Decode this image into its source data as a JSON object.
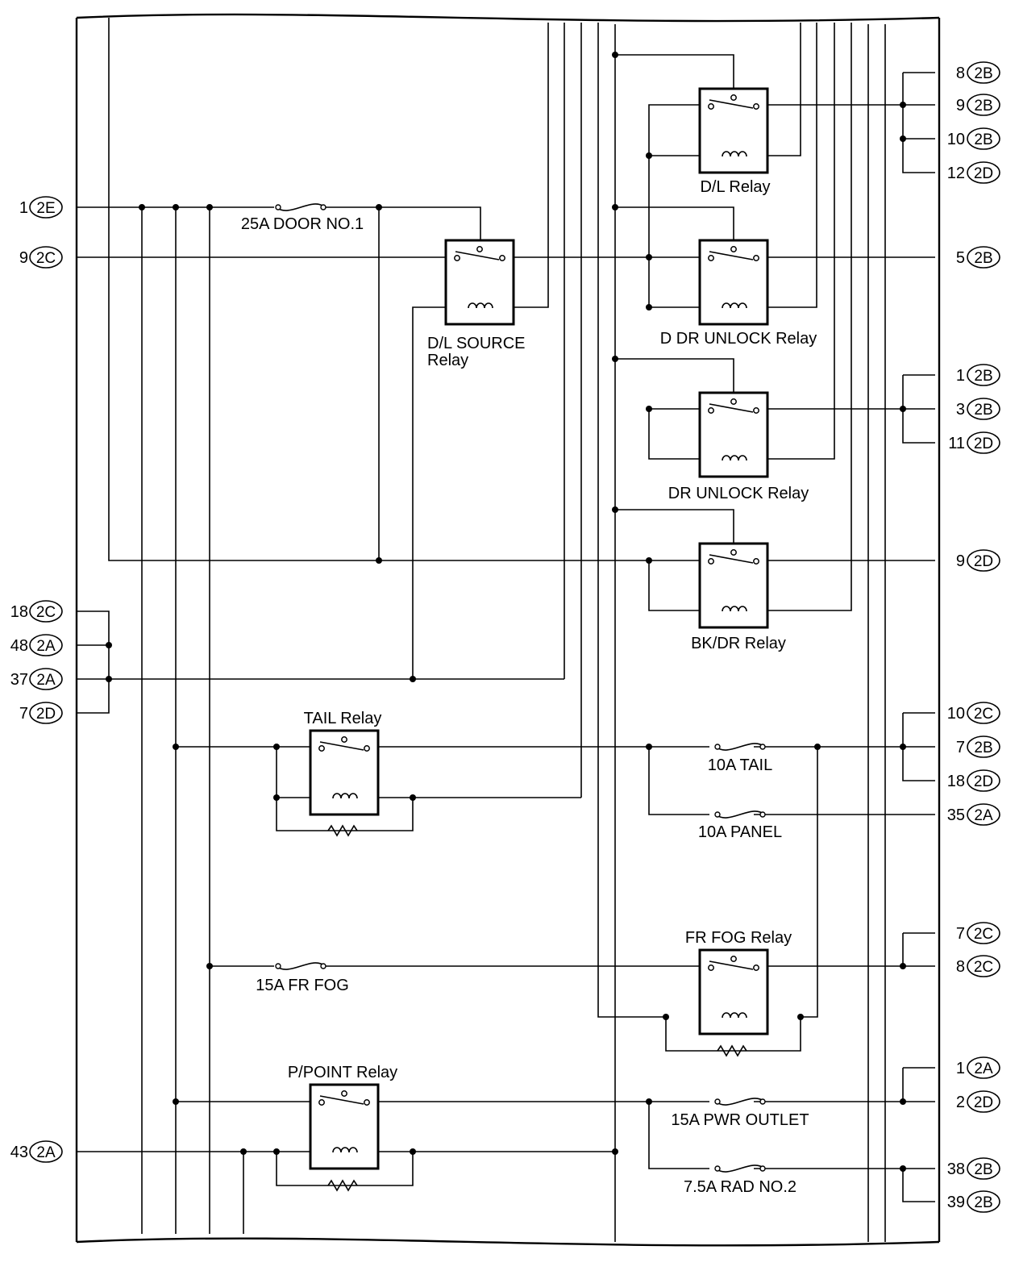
{
  "fuses": [
    {
      "id": "door1",
      "label": "25A DOOR NO.1"
    },
    {
      "id": "tail",
      "label": "10A TAIL"
    },
    {
      "id": "panel",
      "label": "10A PANEL"
    },
    {
      "id": "frfog",
      "label": "15A FR FOG"
    },
    {
      "id": "pwr",
      "label": "15A PWR OUTLET"
    },
    {
      "id": "rad2",
      "label": "7.5A RAD NO.2"
    }
  ],
  "relays": [
    {
      "id": "dl",
      "label": "D/L Relay"
    },
    {
      "id": "ddr",
      "label": "D DR UNLOCK Relay"
    },
    {
      "id": "dr",
      "label": "DR UNLOCK Relay"
    },
    {
      "id": "bkdr",
      "label": "BK/DR Relay"
    },
    {
      "id": "dlsrc",
      "label_lines": [
        "D/L SOURCE",
        "Relay"
      ]
    },
    {
      "id": "tail",
      "label": "TAIL Relay"
    },
    {
      "id": "frfog",
      "label": "FR FOG Relay"
    },
    {
      "id": "ppoint",
      "label": "P/POINT Relay"
    }
  ],
  "left_terminals": [
    {
      "pin": "1",
      "conn": "2E"
    },
    {
      "pin": "9",
      "conn": "2C"
    },
    {
      "pin": "18",
      "conn": "2C"
    },
    {
      "pin": "48",
      "conn": "2A"
    },
    {
      "pin": "37",
      "conn": "2A"
    },
    {
      "pin": "7",
      "conn": "2D"
    },
    {
      "pin": "43",
      "conn": "2A"
    }
  ],
  "right_terminals": [
    {
      "pin": "8",
      "conn": "2B"
    },
    {
      "pin": "9",
      "conn": "2B"
    },
    {
      "pin": "10",
      "conn": "2B"
    },
    {
      "pin": "12",
      "conn": "2D"
    },
    {
      "pin": "5",
      "conn": "2B"
    },
    {
      "pin": "1",
      "conn": "2B"
    },
    {
      "pin": "3",
      "conn": "2B"
    },
    {
      "pin": "11",
      "conn": "2D"
    },
    {
      "pin": "9",
      "conn": "2D"
    },
    {
      "pin": "10",
      "conn": "2C"
    },
    {
      "pin": "7",
      "conn": "2B"
    },
    {
      "pin": "18",
      "conn": "2D"
    },
    {
      "pin": "35",
      "conn": "2A"
    },
    {
      "pin": "7",
      "conn": "2C"
    },
    {
      "pin": "8",
      "conn": "2C"
    },
    {
      "pin": "1",
      "conn": "2A"
    },
    {
      "pin": "2",
      "conn": "2D"
    },
    {
      "pin": "38",
      "conn": "2B"
    },
    {
      "pin": "39",
      "conn": "2B"
    }
  ]
}
